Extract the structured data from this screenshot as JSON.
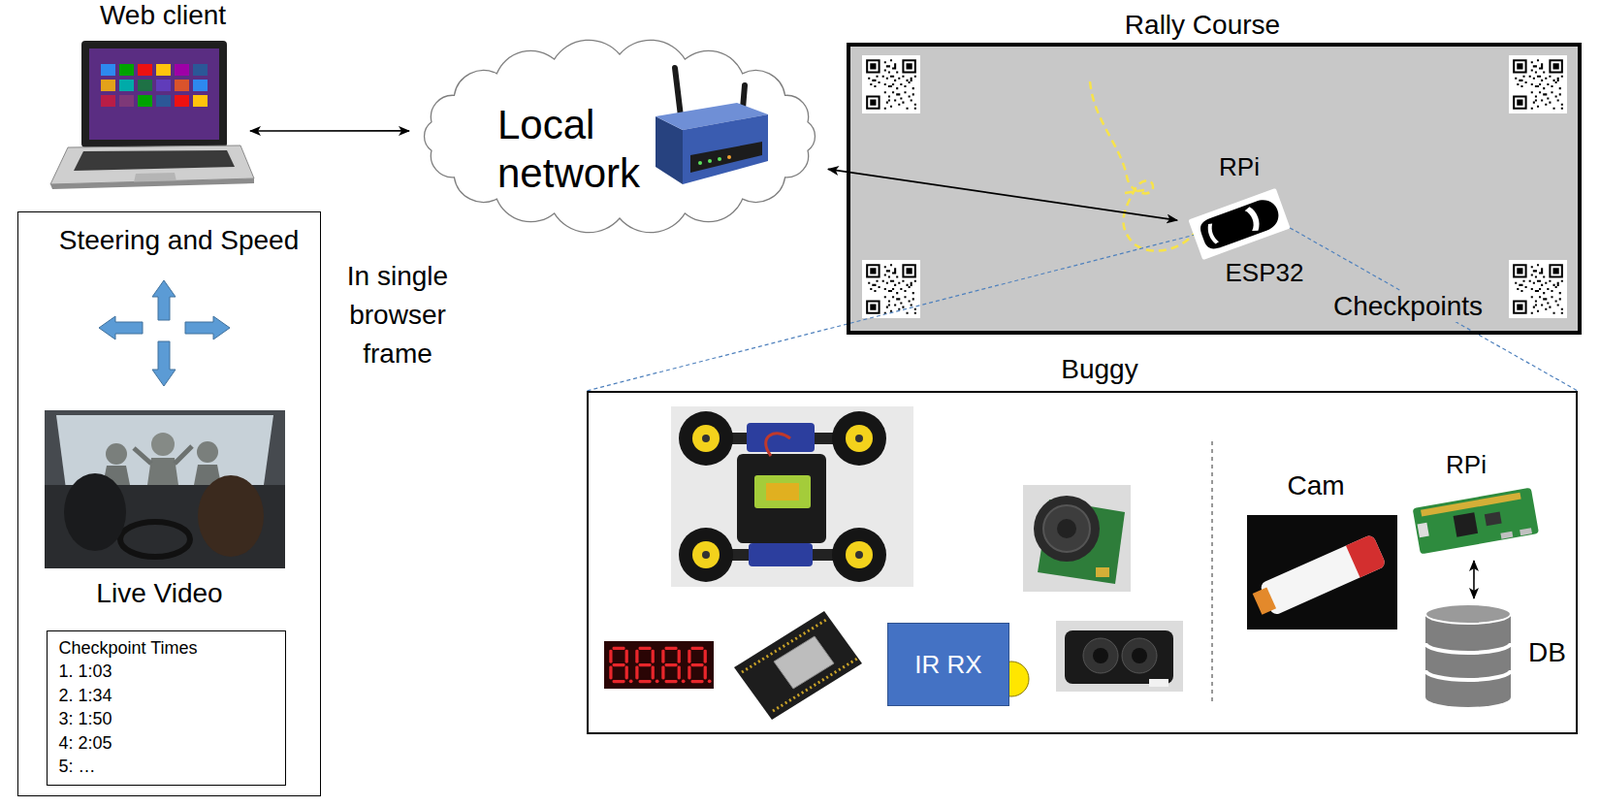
{
  "diagram": {
    "nodes": [
      {
        "text": [
          "Web client"
        ]
      },
      {
        "text": [
          "Steering and Speed",
          "Live Video"
        ]
      },
      {
        "text": [
          "Checkpoint Times",
          "1. 1:03",
          "2. 1:34",
          "3: 1:50",
          "4: 2:05",
          "5: …"
        ],
        "in": 1
      },
      {
        "text": [
          "Local network"
        ]
      },
      {
        "text": [
          "Rally Course",
          "Checkpoints"
        ]
      },
      {
        "text": [
          "RPi",
          "ESP32"
        ],
        "in": 4
      },
      {
        "text": [
          "Buggy"
        ]
      },
      {
        "text": [
          "IR RX"
        ],
        "in": 6
      },
      {
        "text": [
          "Cam"
        ],
        "in": 6
      },
      {
        "text": [
          "RPi"
        ],
        "in": 6
      },
      {
        "text": [
          "DB"
        ],
        "in": 6
      }
    ],
    "edges": [
      {
        "from": 0,
        "to": 3,
        "arrow": "both"
      },
      {
        "from": 3,
        "to": 5,
        "arrow": "both"
      },
      {
        "from": 9,
        "to": 10,
        "arrow": "both"
      }
    ],
    "labels": [
      "In single browser frame"
    ]
  }
}
